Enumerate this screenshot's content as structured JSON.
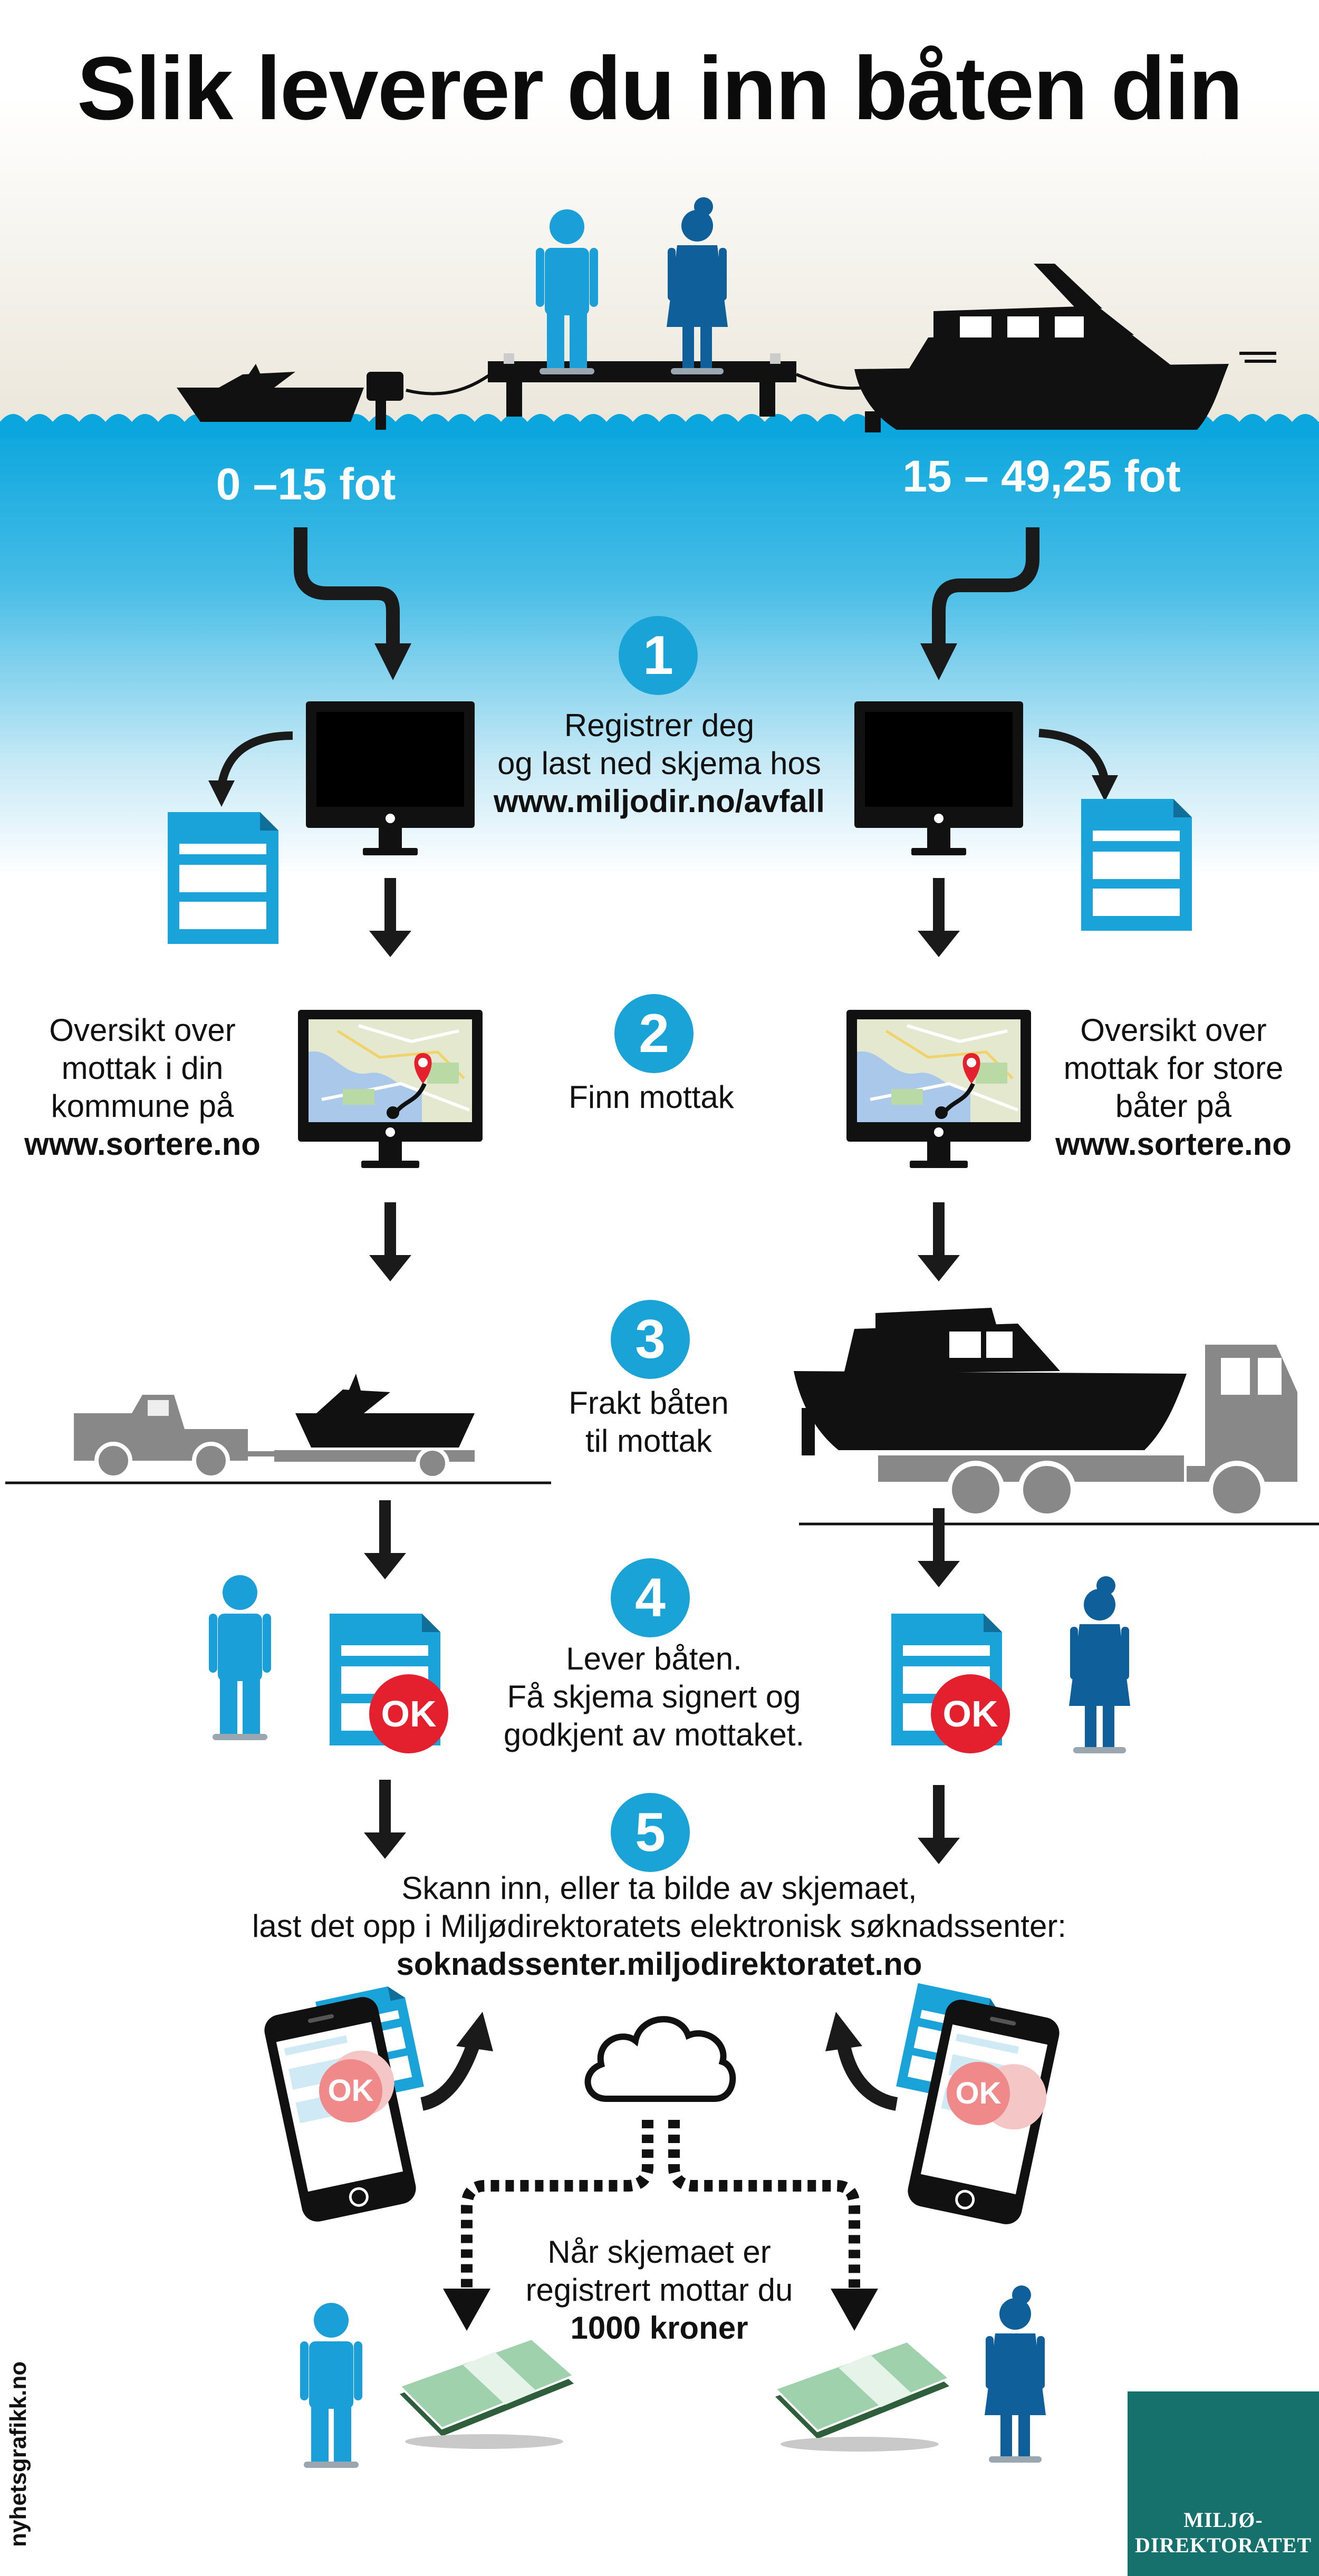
{
  "title": "Slik leverer du inn båten din",
  "sizes": {
    "small": "0 –15 fot",
    "large": "15 – 49,25 fot"
  },
  "steps": {
    "s1": {
      "number": "1",
      "line1": "Registrer deg",
      "line2": "og last ned skjema hos",
      "link": "www.miljodir.no/avfall"
    },
    "s2": {
      "number": "2",
      "text": "Finn mottak",
      "left": {
        "line1": "Oversikt over",
        "line2": "mottak i din",
        "line3": "kommune på",
        "link": "www.sortere.no"
      },
      "right": {
        "line1": "Oversikt over",
        "line2": "mottak for store",
        "line3": "båter på",
        "link": "www.sortere.no"
      }
    },
    "s3": {
      "number": "3",
      "line1": "Frakt båten",
      "line2": "til mottak"
    },
    "s4": {
      "number": "4",
      "line1": "Lever båten.",
      "line2": "Få skjema signert og",
      "line3": "godkjent av mottaket.",
      "ok": "OK"
    },
    "s5": {
      "number": "5",
      "line1": "Skann inn, eller ta bilde av skjemaet,",
      "line2": "last det opp i Miljødirektoratets elektronisk søknadssenter:",
      "link": "soknadssenter.miljodirektoratet.no",
      "ok": "OK"
    }
  },
  "payment": {
    "line1": "Når skjemaet er",
    "line2": "registrert mottar du",
    "amount": "1000 kroner"
  },
  "credit": "nyhetsgrafikk.no",
  "logo": {
    "line1": "MILJØ-",
    "line2": "DIREKTORATET"
  },
  "colors": {
    "accent": "#1aa3d6",
    "ok": "#e5202e",
    "logo": "#16706b",
    "person": "#1a9fd8",
    "person_female": "#0f5f9a"
  },
  "icons": [
    "person-icon",
    "woman-icon",
    "small-boat-icon",
    "large-boat-icon",
    "monitor-icon",
    "form-icon",
    "map-icon",
    "pickup-truck-icon",
    "truck-icon",
    "smartphone-icon",
    "cloud-icon",
    "money-icon",
    "arrow-icon"
  ]
}
